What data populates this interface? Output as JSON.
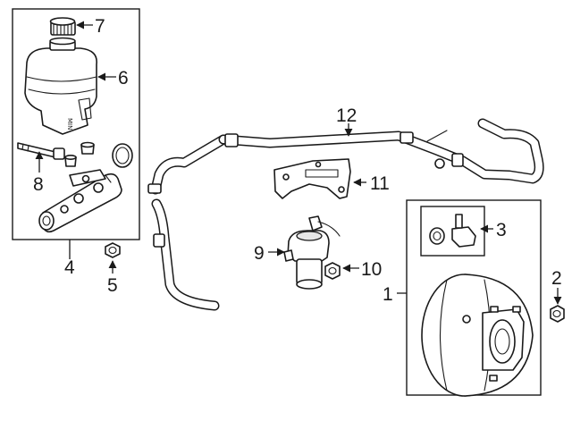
{
  "callouts": [
    {
      "id": "1",
      "label": "1"
    },
    {
      "id": "2",
      "label": "2"
    },
    {
      "id": "3",
      "label": "3"
    },
    {
      "id": "4",
      "label": "4"
    },
    {
      "id": "5",
      "label": "5"
    },
    {
      "id": "6",
      "label": "6"
    },
    {
      "id": "7",
      "label": "7"
    },
    {
      "id": "8",
      "label": "8"
    },
    {
      "id": "9",
      "label": "9"
    },
    {
      "id": "10",
      "label": "10"
    },
    {
      "id": "11",
      "label": "11"
    },
    {
      "id": "12",
      "label": "12"
    }
  ],
  "reservoir_marking": "MIN"
}
